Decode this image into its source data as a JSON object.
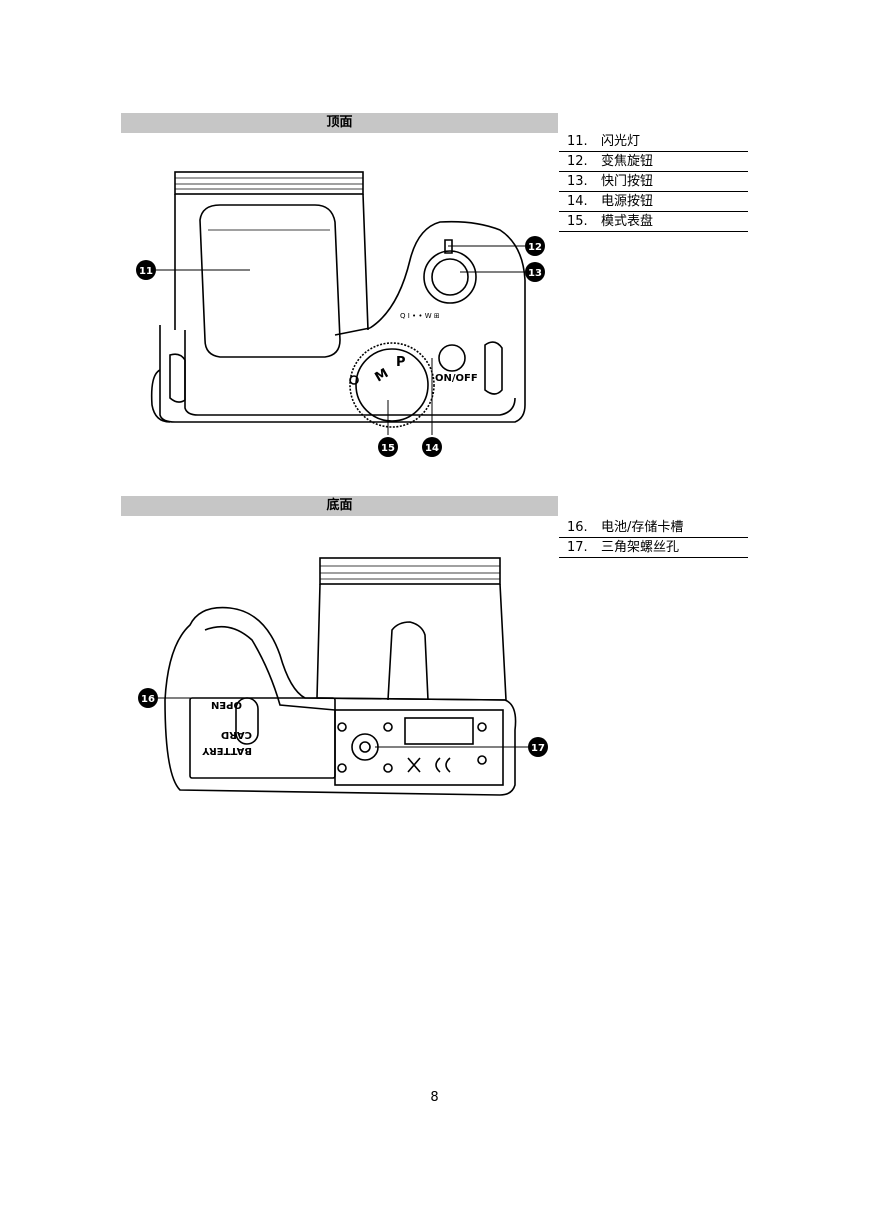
{
  "top_section": {
    "title": "顶面",
    "items": [
      {
        "num": "11.",
        "label": "闪光灯"
      },
      {
        "num": "12.",
        "label": "变焦旋钮"
      },
      {
        "num": "13.",
        "label": "快门按钮"
      },
      {
        "num": "14.",
        "label": "电源按钮"
      },
      {
        "num": "15.",
        "label": "模式表盘"
      }
    ],
    "callouts": [
      "11",
      "12",
      "13",
      "14",
      "15"
    ],
    "body_text": {
      "power": "ON/OFF",
      "zoom": "Q I • • W ⊞"
    }
  },
  "bottom_section": {
    "title": "底面",
    "items": [
      {
        "num": "16.",
        "label": "电池/存储卡槽"
      },
      {
        "num": "17.",
        "label": "三角架螺丝孔"
      }
    ],
    "callouts": [
      "16",
      "17"
    ],
    "body_text": {
      "battery": "BATTERY",
      "card": "CARD",
      "open": "OPEN"
    }
  },
  "page_number": "8"
}
